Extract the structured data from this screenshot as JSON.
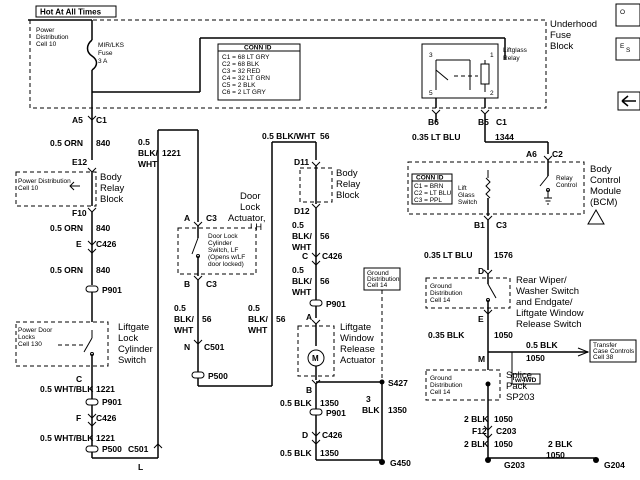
{
  "header": {
    "hot_label": "Hot At All Times"
  },
  "power_dist_top": {
    "line1": "Power",
    "line2": "Distribution",
    "line3": "Cell 10"
  },
  "fuse": {
    "line1": "MIR/LKS",
    "line2": "Fuse",
    "line3": "3 A"
  },
  "underhood": {
    "line1": "Underhood",
    "line2": "Fuse",
    "line3": "Block"
  },
  "conn_id_top": {
    "title": "CONN ID",
    "rows": [
      "C1 = 68 LT GRY",
      "C2 = 68 BLK",
      "C3 = 32 RED",
      "C4 = 32 LT GRN",
      "C5 = 2 BLK",
      "C6 = 2 LT GRY"
    ]
  },
  "liftglass_relay": {
    "line1": "Liftglass",
    "line2": "Relay",
    "pins": [
      "3",
      "1",
      "5",
      "2"
    ]
  },
  "corner": {
    "t1": "O",
    "t2": "E",
    "t3": "S"
  },
  "left_chain": {
    "a5": "A5",
    "c1": "C1",
    "w1_size": "0.5 ORN",
    "w1_num": "840",
    "e12": "E12",
    "relay_block": {
      "line1": "Body",
      "line2": "Relay",
      "line3": "Block"
    },
    "f10": "F10",
    "w2_size": "0.5 ORN",
    "w2_num": "840",
    "e": "E",
    "c426": "C426",
    "w3_size": "0.5 ORN",
    "w3_num": "840",
    "p901": "P901",
    "switch": {
      "line1": "Liftgate",
      "line2": "Lock",
      "line3": "Cylinder",
      "line4": "Switch"
    },
    "c": "C",
    "w4_size": "0.5 WHT/BLK",
    "w4_num": "1221",
    "p901b": "P901",
    "f": "F",
    "c426b": "C426",
    "w5_size": "0.5 WHT/BLK",
    "w5_num": "1221",
    "p500": "P500",
    "c501": "C501",
    "l": "L"
  },
  "power_dist_left": {
    "line1": "Power Distribution",
    "line2": "Cell 10"
  },
  "power_door_locks": {
    "line1": "Power Door",
    "line2": "Locks",
    "line3": "Cell 130"
  },
  "col2": {
    "size1": "0.5",
    "size2": "BLK/",
    "size3": "WHT",
    "num": "1221"
  },
  "door_actuator": {
    "title1": "Door",
    "title2": "Lock",
    "title3": "Actuator,",
    "title4": "LH",
    "a": "A",
    "c3": "C3",
    "cyl": {
      "line1": "Door Lock",
      "line2": "Cylinder",
      "line3": "Switch, LF",
      "line4": "(Opens w/LF",
      "line5": "door locked)"
    },
    "b": "B",
    "c3b": "C3",
    "w_size1": "0.5",
    "w_size2": "BLK/",
    "w_size3": "WHT",
    "w_num": "56",
    "n": "N",
    "c501": "C501",
    "p500": "P500"
  },
  "col4": {
    "size1": "0.5",
    "size2": "BLK/",
    "size3": "WHT",
    "num": "56"
  },
  "mid_chain": {
    "top_size": "0.5 BLK/WHT",
    "top_num": "56",
    "d11": "D11",
    "relay_block": {
      "line1": "Body",
      "line2": "Relay",
      "line3": "Block"
    },
    "d12": "D12",
    "w1_size1": "0.5",
    "w1_size2": "BLK/",
    "w1_size3": "WHT",
    "w1_num": "56",
    "c": "C",
    "c426": "C426",
    "w2_size1": "0.5",
    "w2_size2": "BLK/",
    "w2_size3": "WHT",
    "w2_num": "56",
    "p901": "P901",
    "a": "A",
    "actuator": {
      "line1": "Liftgate",
      "line2": "Window",
      "line3": "Release",
      "line4": "Actuator"
    },
    "motor": "M",
    "b": "B",
    "w3_size": "0.5 BLK",
    "w3_num": "1350",
    "p901b": "P901",
    "d": "D",
    "c426b": "C426",
    "w4_size": "0.5 BLK",
    "w4_num": "1350"
  },
  "ground_dist_mid": {
    "line1": "Ground",
    "line2": "Distribution",
    "line3": "Cell 14"
  },
  "ground_splice": {
    "s427": "S427",
    "w_size1": "3",
    "w_size2": "BLK",
    "w_num": "1350",
    "g450": "G450"
  },
  "right_chain": {
    "b6": "B6",
    "b5": "B5",
    "c1": "C1",
    "lt_blu_size": "0.35 LT BLU",
    "lt_blu_num": "1344",
    "a6": "A6",
    "c2": "C2",
    "bcm": {
      "line1": "Body",
      "line2": "Control",
      "line3": "Module",
      "line4": "(BCM)"
    },
    "conn_id": {
      "title": "CONN ID",
      "rows": [
        "C1 = BRN",
        "C2 = LT BLU",
        "C3 = PPL"
      ]
    },
    "relay_control": {
      "line1": "Relay",
      "line2": "Control"
    },
    "lift_glass_switch": {
      "line1": "Lift",
      "line2": "Glass",
      "line3": "Switch"
    },
    "b1": "B1",
    "c3": "C3",
    "w1_size": "0.35 LT BLU",
    "w1_num": "1576",
    "d": "D",
    "rear_switch": {
      "line1": "Rear Wiper/",
      "line2": "Washer Switch",
      "line3": "and Endgate/",
      "line4": "Liftgate Window",
      "line5": "Release Switch"
    },
    "ground_dist_r": {
      "line1": "Ground",
      "line2": "Distribution",
      "line3": "Cell 14"
    },
    "e": "E",
    "w2_size": "0.35 BLK",
    "w2_num": "1050",
    "m": "M",
    "branch_size": "0.5 BLK",
    "branch_num": "1050",
    "transfer_case": {
      "line1": "Transfer",
      "line2": "Case Controls",
      "line3": "Cell 38"
    },
    "w4wd": "w/4WD",
    "splice": {
      "line1": "Splice",
      "line2": "Pack",
      "line3": "SP203"
    },
    "ground_dist_s": {
      "line1": "Ground",
      "line2": "Distribution",
      "line3": "Cell 14"
    },
    "w3_size": "2 BLK",
    "w3_num": "1050",
    "f12": "F12",
    "c203": "C203",
    "w4_size": "2 BLK",
    "w4_num": "1050",
    "g203": "G203",
    "g_size": "2 BLK",
    "g_num": "1050",
    "g204": "G204"
  }
}
